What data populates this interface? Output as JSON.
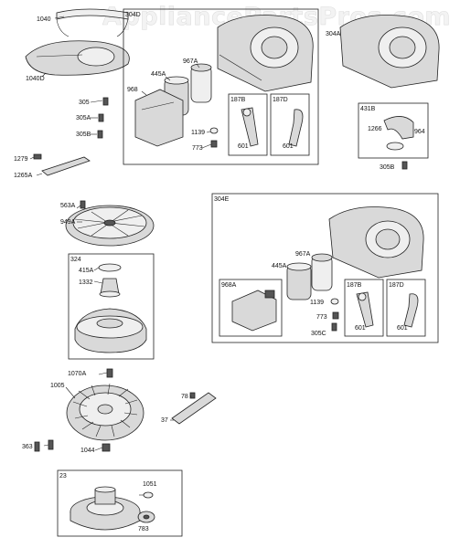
{
  "watermark": "AppliancePartsPros.com",
  "box_labels": {
    "b304d": "304D",
    "b187b_top": "187B",
    "b187d_top": "187D",
    "b431b": "431B",
    "b324": "324",
    "b304e": "304E",
    "b968a": "968A",
    "b187b_mid": "187B",
    "b187d_mid": "187D",
    "b23": "23"
  },
  "part_labels": {
    "p1040": "1040",
    "p1040d": "1040D",
    "p305": "305",
    "p305a": "305A",
    "p305b_left": "305B",
    "p1279": "1279",
    "p1265a": "1265A",
    "p967a_top": "967A",
    "p445a_top": "445A",
    "p968_top": "968",
    "p1139_top": "1139",
    "p773_top": "773",
    "p601_a": "601",
    "p601_b": "601",
    "p304a": "304A",
    "p1266": "1266",
    "p964": "964",
    "p305b_right": "305B",
    "p563a": "563A",
    "p949a": "949A",
    "p415a": "415A",
    "p1332": "1332",
    "p967a_mid": "967A",
    "p445a_mid": "445A",
    "p1139_mid": "1139",
    "p773_mid": "773",
    "p305c": "305C",
    "p601_c": "601",
    "p601_d": "601",
    "p1070a": "1070A",
    "p1005": "1005",
    "p78": "78",
    "p37": "37",
    "p363": "363",
    "p1044": "1044",
    "p1051": "1051",
    "p783": "783"
  }
}
